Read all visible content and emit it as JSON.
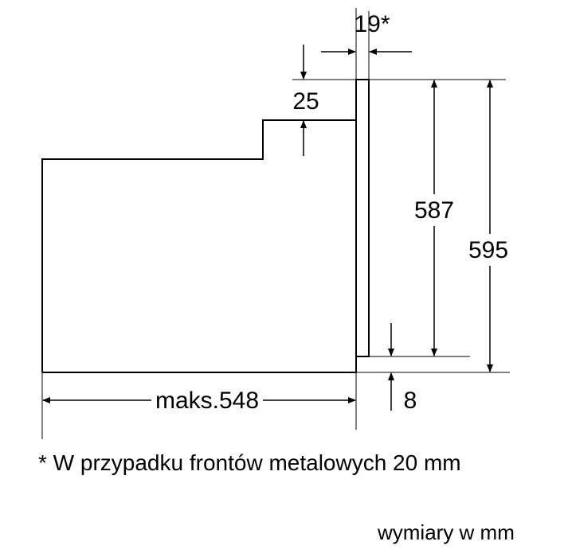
{
  "dimensions": {
    "front_thickness": "19*",
    "top_offset": "25",
    "inner_height": "587",
    "total_height": "595",
    "bottom_offset": "8",
    "max_depth": "maks.548"
  },
  "footnote": "* W przypadku frontów metalowych 20 mm",
  "units_note": "wymiary w mm"
}
